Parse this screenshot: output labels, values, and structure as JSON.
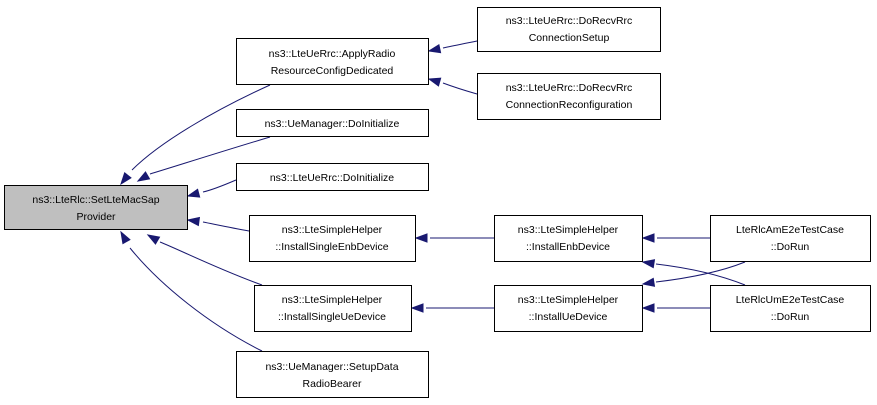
{
  "diagram": {
    "kind": "doxygen-caller-graph",
    "colors": {
      "edge": "#191970",
      "focus_fill": "#bfbfbf",
      "node_fill": "#ffffff",
      "border": "#000000"
    },
    "nodes": {
      "set_lte_mac_sap": {
        "lines": [
          "ns3::LteRlc::SetLteMacSap",
          "Provider"
        ]
      },
      "apply_radio": {
        "lines": [
          "ns3::LteUeRrc::ApplyRadio",
          "ResourceConfigDedicated"
        ]
      },
      "do_recv_setup": {
        "lines": [
          "ns3::LteUeRrc::DoRecvRrc",
          "ConnectionSetup"
        ]
      },
      "do_recv_reconf": {
        "lines": [
          "ns3::LteUeRrc::DoRecvRrc",
          "ConnectionReconfiguration"
        ]
      },
      "uemanager_doinit": {
        "lines": [
          "ns3::UeManager::DoInitialize"
        ]
      },
      "lteuerrc_doinit": {
        "lines": [
          "ns3::LteUeRrc::DoInitialize"
        ]
      },
      "install_single_enb": {
        "lines": [
          "ns3::LteSimpleHelper",
          "::InstallSingleEnbDevice"
        ]
      },
      "install_single_ue": {
        "lines": [
          "ns3::LteSimpleHelper",
          "::InstallSingleUeDevice"
        ]
      },
      "setup_data_rb": {
        "lines": [
          "ns3::UeManager::SetupData",
          "RadioBearer"
        ]
      },
      "install_enb": {
        "lines": [
          "ns3::LteSimpleHelper",
          "::InstallEnbDevice"
        ]
      },
      "install_ue": {
        "lines": [
          "ns3::LteSimpleHelper",
          "::InstallUeDevice"
        ]
      },
      "am_dorun": {
        "lines": [
          "LteRlcAmE2eTestCase",
          "::DoRun"
        ]
      },
      "um_dorun": {
        "lines": [
          "LteRlcUmE2eTestCase",
          "::DoRun"
        ]
      }
    },
    "edges": [
      {
        "from": "apply_radio",
        "to": "set_lte_mac_sap"
      },
      {
        "from": "uemanager_doinit",
        "to": "set_lte_mac_sap"
      },
      {
        "from": "lteuerrc_doinit",
        "to": "set_lte_mac_sap"
      },
      {
        "from": "install_single_enb",
        "to": "set_lte_mac_sap"
      },
      {
        "from": "install_single_ue",
        "to": "set_lte_mac_sap"
      },
      {
        "from": "setup_data_rb",
        "to": "set_lte_mac_sap"
      },
      {
        "from": "do_recv_setup",
        "to": "apply_radio"
      },
      {
        "from": "do_recv_reconf",
        "to": "apply_radio"
      },
      {
        "from": "install_enb",
        "to": "install_single_enb"
      },
      {
        "from": "install_ue",
        "to": "install_single_ue"
      },
      {
        "from": "am_dorun",
        "to": "install_enb"
      },
      {
        "from": "um_dorun",
        "to": "install_enb"
      },
      {
        "from": "am_dorun",
        "to": "install_ue"
      },
      {
        "from": "um_dorun",
        "to": "install_ue"
      }
    ]
  }
}
